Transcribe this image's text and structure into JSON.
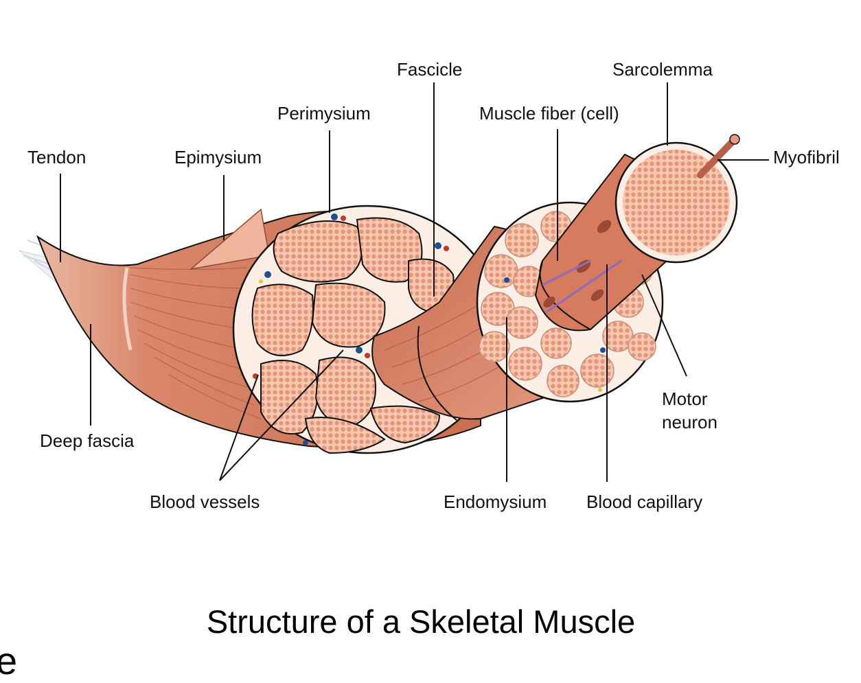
{
  "labels": {
    "tendon": "Tendon",
    "epimysium": "Epimysium",
    "perimysium": "Perimysium",
    "fascicle": "Fascicle",
    "muscle_fiber": "Muscle fiber (cell)",
    "sarcolemma": "Sarcolemma",
    "myofibril": "Myofibril",
    "motor_neuron_1": "Motor",
    "motor_neuron_2": "neuron",
    "deep_fascia": "Deep fascia",
    "blood_vessels": "Blood vessels",
    "endomysium": "Endomysium",
    "blood_capillary": "Blood capillary"
  },
  "caption": "Structure of a Skeletal Muscle",
  "corner_glyph": "e",
  "colors": {
    "muscle": "#d9866a",
    "muscle_dark": "#b8614a",
    "fascicle_fill": "#e8957c",
    "background_tissue": "#fbeee4",
    "outline": "#111111",
    "vein": "#1f4f8f",
    "artery": "#c0392b",
    "nerve": "#8e6bbf"
  }
}
